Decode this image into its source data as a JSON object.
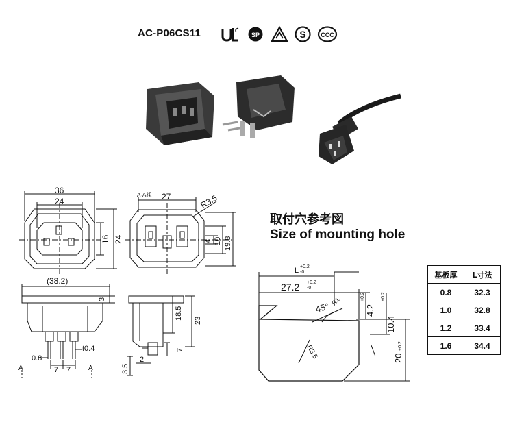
{
  "header": {
    "model": "AC-P06CS11"
  },
  "certs": [
    {
      "icon": "ul-recognized-icon"
    },
    {
      "icon": "csa-icon"
    },
    {
      "icon": "vde-triangle-icon"
    },
    {
      "icon": "s-mark-icon"
    },
    {
      "icon": "ccc-icon"
    }
  ],
  "front_view": {
    "w_outer": "36",
    "w_inner": "24",
    "h_inner": "16",
    "h_outer": "24"
  },
  "section_view": {
    "label": "A-A视",
    "w": "27",
    "radius": "R3.5",
    "d4": "4",
    "d10": "10",
    "d19": "19.8"
  },
  "side_view": {
    "w": "(38.2)",
    "d3": "3",
    "t": "t0.4",
    "p08": "0.8",
    "p7a": "7",
    "p7b": "7",
    "sec_a1": "A",
    "sec_a2": "A"
  },
  "rear_view": {
    "h185": "18.5",
    "h23": "23",
    "h7": "7",
    "d35": "3.5",
    "d2": "2"
  },
  "mounting": {
    "title_cn": "取付穴参考図",
    "title_en": "Size of mounting hole",
    "L_label": "L",
    "tol": "+0.2",
    "tol_zero": "-0",
    "w272": "27.2",
    "h42": "4.2",
    "h104": "10.4",
    "h20": "20",
    "angle": "45°",
    "r1": "R1",
    "r35": "R3.5"
  },
  "spec_table": {
    "headers": [
      "基板厚",
      "L寸法"
    ],
    "rows": [
      [
        "0.8",
        "32.3"
      ],
      [
        "1.0",
        "32.8"
      ],
      [
        "1.2",
        "33.4"
      ],
      [
        "1.6",
        "34.4"
      ]
    ]
  }
}
